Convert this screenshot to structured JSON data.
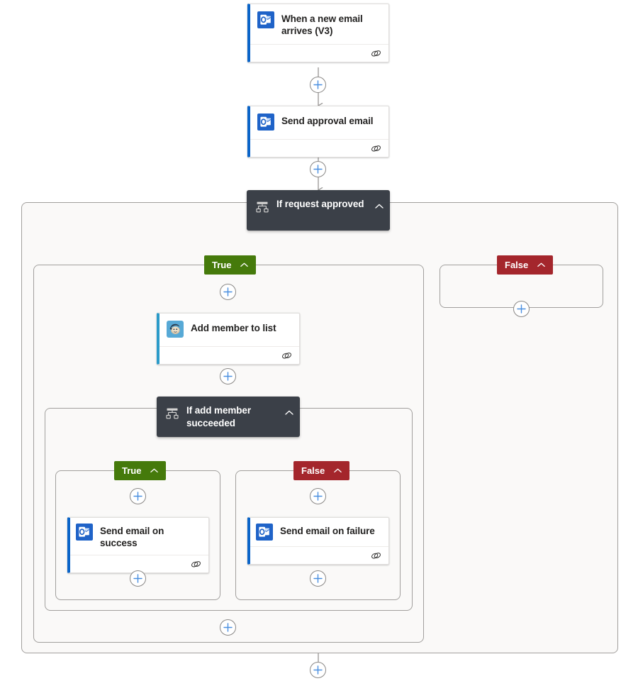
{
  "designer": {
    "title": "Logic App / Power Automate flow designer canvas",
    "colors": {
      "card_accent_blue": "#0a64c8",
      "card_accent_teal": "#2b9bc9",
      "condition_bg": "#3b4048",
      "true_badge": "#457a0b",
      "false_badge": "#a4262c",
      "scope_bg": "#faf9f8",
      "scope_border": "#a19f9d",
      "connector": "#979593",
      "plus_glyph": "#4a8fe0"
    }
  },
  "nodes": {
    "trigger": {
      "title": "When a new email arrives (V3)",
      "icon": "outlook-icon",
      "footer_icon": "link-icon"
    },
    "send_approval": {
      "title": "Send approval email",
      "icon": "outlook-icon",
      "footer_icon": "link-icon"
    },
    "condition_outer": {
      "title": "If request approved",
      "icon": "condition-icon",
      "chevron": "chevron-up-icon"
    },
    "add_member": {
      "title": "Add member to list",
      "icon": "mailchimp-icon",
      "footer_icon": "link-icon"
    },
    "condition_inner": {
      "title": "If add member succeeded",
      "icon": "condition-icon",
      "chevron": "chevron-up-icon"
    },
    "send_success": {
      "title": "Send email on success",
      "icon": "outlook-icon",
      "footer_icon": "link-icon"
    },
    "send_failure": {
      "title": "Send email on failure",
      "icon": "outlook-icon",
      "footer_icon": "link-icon"
    }
  },
  "branches": {
    "outer_true": {
      "label": "True",
      "chevron": "chevron-up-icon"
    },
    "outer_false": {
      "label": "False",
      "chevron": "chevron-up-icon"
    },
    "inner_true": {
      "label": "True",
      "chevron": "chevron-up-icon"
    },
    "inner_false": {
      "label": "False",
      "chevron": "chevron-up-icon"
    }
  },
  "add_buttons": {
    "glyph": "+",
    "labels": {
      "after_trigger": "Insert a new step after trigger",
      "after_send_approval": "Insert a new step after Send approval email",
      "outer_true_top": "Insert a new step in True branch",
      "after_add_member": "Insert a new step after Add member to list",
      "inner_true_top": "Insert a new step in inner True branch",
      "inner_true_bottom": "Add an action to inner True branch",
      "inner_false_top": "Insert a new step in inner False branch",
      "inner_false_bottom": "Add an action to inner False branch",
      "outer_false_empty": "Add an action to False branch",
      "outer_true_bottom": "Add an action to True branch",
      "flow_end": "Add an action at end of flow"
    }
  }
}
